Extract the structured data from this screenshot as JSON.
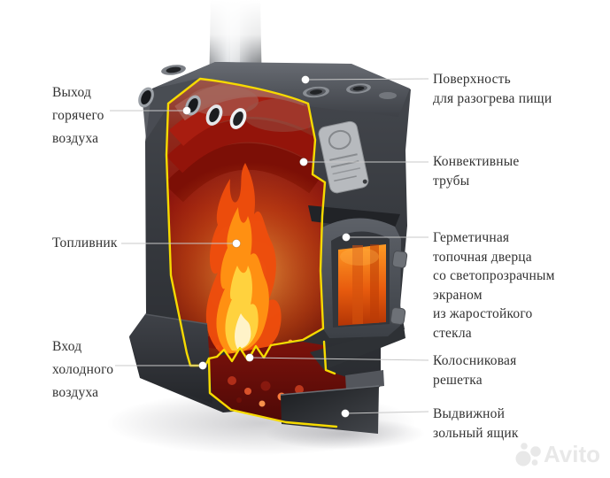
{
  "colors": {
    "background": "#ffffff",
    "cutaway_outline": "#f6da00",
    "label_text": "#323232",
    "leader_line": "#c8c8c8",
    "body_gray": "#3a3d43",
    "interior_red": "#8c130c",
    "fire_orange": "#ff9012",
    "fire_yellow": "#ffd23e",
    "door_glass_orange": "#e85c0e",
    "watermark_gray": "#e8e8e8"
  },
  "callouts": {
    "left": [
      {
        "id": "hot-air-outlet",
        "lines": [
          "Выход",
          "горячего",
          "воздуха"
        ]
      },
      {
        "id": "firebox",
        "lines": [
          "Топливник"
        ]
      },
      {
        "id": "cold-air-inlet",
        "lines": [
          "Вход",
          "холодного",
          "воздуха"
        ]
      }
    ],
    "right": [
      {
        "id": "cooking-surface",
        "lines": [
          "Поверхность",
          "для разогрева пищи"
        ]
      },
      {
        "id": "convection-tubes",
        "lines": [
          "Конвективные",
          "трубы"
        ]
      },
      {
        "id": "sealed-door",
        "lines": [
          "Герметичная",
          "топочная дверца",
          "со светопрозрачным",
          "экраном",
          "из жаростойкого",
          "стекла"
        ]
      },
      {
        "id": "grate",
        "lines": [
          "Колосниковая",
          "решетка"
        ]
      },
      {
        "id": "ash-drawer",
        "lines": [
          "Выдвижной",
          "зольный ящик"
        ]
      }
    ]
  },
  "watermark": {
    "text": "Avito"
  }
}
